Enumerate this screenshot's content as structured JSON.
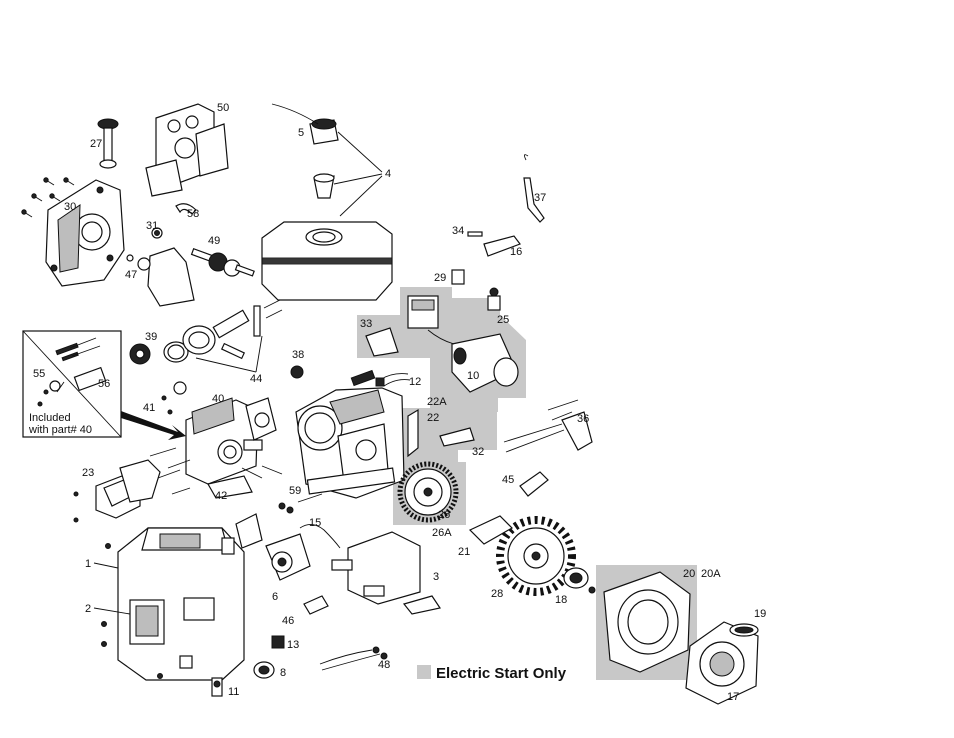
{
  "legend": {
    "label": "Electric Start Only",
    "swatch_color": "#c8c8c8"
  },
  "inset": {
    "note_line1": "Included",
    "note_line2": "with part# 40"
  },
  "callouts": {
    "c1": "1",
    "c2": "2",
    "c3": "3",
    "c4": "4",
    "c5": "5",
    "c6": "6",
    "c8": "8",
    "c10": "10",
    "c11": "11",
    "c12": "12",
    "c13": "13",
    "c15": "15",
    "c16": "16",
    "c17": "17",
    "c18": "18",
    "c19": "19",
    "c20": "20",
    "c20A": "20A",
    "c21": "21",
    "c22": "22",
    "c22A": "22A",
    "c23": "23",
    "c25": "25",
    "c26": "26",
    "c26A": "26A",
    "c27": "27",
    "c28": "28",
    "c29": "29",
    "c30": "30",
    "c31": "31",
    "c32": "32",
    "c33": "33",
    "c34": "34",
    "c36": "36",
    "c37": "37",
    "c38": "38",
    "c39": "39",
    "c40": "40",
    "c41": "41",
    "c42": "42",
    "c44": "44",
    "c45": "45",
    "c46": "46",
    "c47": "47",
    "c48": "48",
    "c49": "49",
    "c50": "50",
    "c55": "55",
    "c56": "56",
    "c58": "58",
    "c59": "59"
  }
}
